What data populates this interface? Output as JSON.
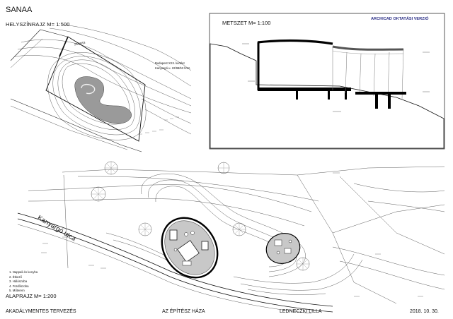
{
  "title": "SANAA",
  "site_plan_label": "HELYSZÍNRAJZ  M= 1:500",
  "section_label": "METSZET M= 1:100",
  "edu_version": "ARCHICAD OKTATÁSI VERZIÓ",
  "floor_plan_label": "ALAPRAJZ  M= 1:200",
  "street_name": "Kanyargó utca",
  "site_notes": [
    "Budapest XXII. kerület",
    "Kanyargó u. 22/98/53 hrsz."
  ],
  "site_small_number": "22/98/53",
  "legend": [
    "1. Nappali és konyha",
    "2. Étkező",
    "3. Hálószoba",
    "4. Fürdőszoba",
    "5. Műterem"
  ],
  "footer": {
    "left": "AKADÁLYMENTES TERVEZÉS",
    "center": "AZ ÉPÍTÉSZ HÁZA",
    "right": "LEDNECZKI LILLA",
    "date": "2018. 10. 30."
  },
  "colors": {
    "ink": "#111111",
    "shade": "#9a9a9a",
    "watermark": "#2b2f86",
    "line_gray": "#555555"
  }
}
